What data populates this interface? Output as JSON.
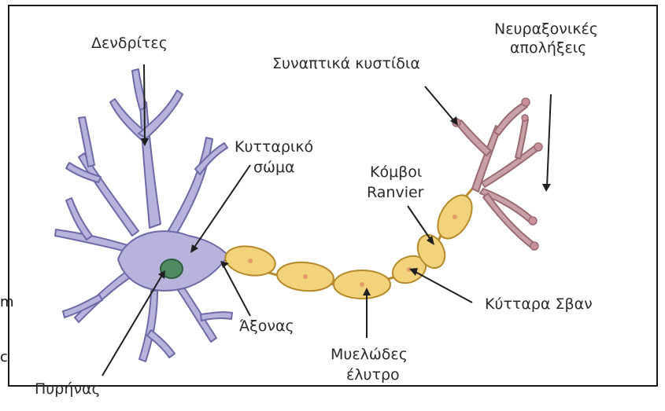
{
  "labels": {
    "dendrites": "Δενδρίτες",
    "synaptic_vesicles": "Συναπτικά κυστίδια",
    "axon_terminals_l1": "Νευραξονικές",
    "axon_terminals_l2": "απολήξεις",
    "cell_body_l1": "Κυτταρικό",
    "cell_body_l2": "σώμα",
    "ranvier_l1": "Κόμβοι",
    "ranvier_l2": "Ranvier",
    "schwann_cells": "Κύτταρα Σβαν",
    "axon": "Άξονας",
    "myelin_l1": "Μυελώδες",
    "myelin_l2": "έλυτρο",
    "nucleus": "Πυρήνας"
  },
  "edge_fragments": {
    "fragment_1": "m",
    "fragment_2": "c"
  },
  "colors": {
    "cell_body": "#b7b3dd",
    "cell_outline": "#6e6aa6",
    "nucleus": "#4f8a63",
    "myelin": "#f2d27a",
    "myelin_outline": "#b48a2b",
    "terminals": "#caa0a8",
    "terminals_outline": "#9a6b73"
  }
}
